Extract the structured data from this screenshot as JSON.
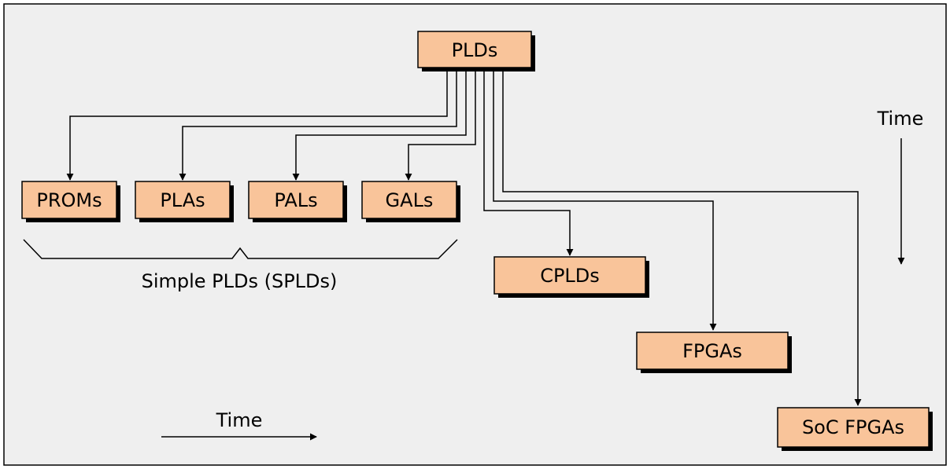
{
  "nodes": {
    "root": "PLDs",
    "proms": "PROMs",
    "plas": "PLAs",
    "pals": "PALs",
    "gals": "GALs",
    "cplds": "CPLDs",
    "fpgas": "FPGAs",
    "soc_fpgas": "SoC FPGAs"
  },
  "labels": {
    "spld_group": "Simple PLDs (SPLDs)",
    "time_horizontal": "Time",
    "time_vertical": "Time"
  },
  "colors": {
    "background": "#efefef",
    "box_fill": "#f9c49a",
    "box_shadow": "#000000",
    "line": "#000000"
  }
}
